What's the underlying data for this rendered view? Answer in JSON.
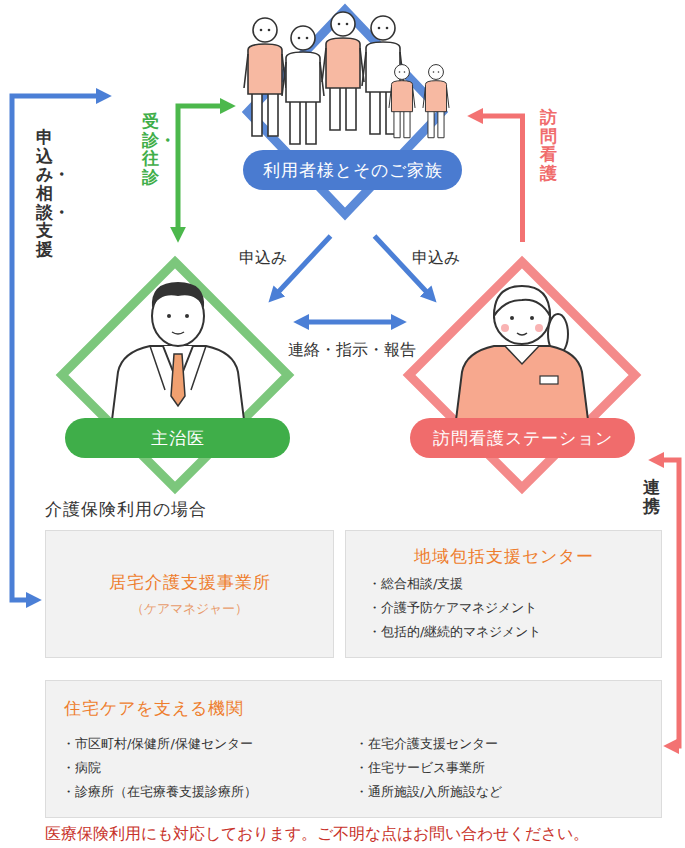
{
  "diagram": {
    "caption": "医療保険利用にも対応しております。ご不明な点はお問い合わせください。",
    "nodes": [
      {
        "text": [
          "利用者様とそのご家族"
        ]
      },
      {
        "text": [
          "主治医"
        ]
      },
      {
        "text": [
          "訪問看護ステーション"
        ]
      },
      {
        "text": [
          "居宅介護支援事業所",
          "（ケアマネジャー）"
        ]
      },
      {
        "text": [
          "地域包括支援センター",
          "・総合相談/支援",
          "・介護予防ケアマネジメント",
          "・包括的/継続的マネジメント"
        ]
      },
      {
        "text": [
          "住宅ケアを支える機関",
          "・市区町村/保健所/保健センター",
          "・病院",
          "・診療所（在宅療養支援診療所）",
          "・在宅介護支援センター",
          "・住宅サービス事業所",
          "・通所施設/入所施設など"
        ]
      }
    ],
    "edges": [
      {
        "from": 0,
        "to": 1,
        "label": "受診・往診",
        "arrow": "both"
      },
      {
        "from": 0,
        "to": 1,
        "label": "申込み",
        "arrow": "to"
      },
      {
        "from": 0,
        "to": 2,
        "label": "申込み",
        "arrow": "to"
      },
      {
        "from": 1,
        "to": 2,
        "label": "連絡・指示・報告",
        "arrow": "both"
      },
      {
        "from": 2,
        "to": 0,
        "label": "訪問看護",
        "arrow": "to"
      },
      {
        "from": 0,
        "to": 3,
        "label": "申込み・相談・支援",
        "arrow": "both"
      },
      {
        "from": 2,
        "to": 5,
        "label": "連携",
        "arrow": "both"
      }
    ],
    "labels": [
      "介護保険利用の場合"
    ]
  }
}
